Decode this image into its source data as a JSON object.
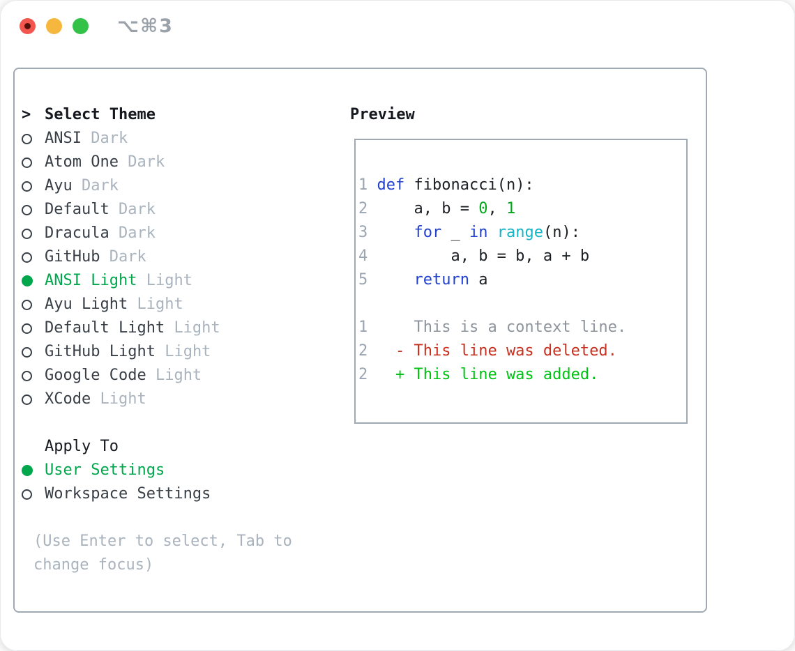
{
  "titlebar": {
    "title": "⌥⌘3"
  },
  "theme_panel": {
    "header": {
      "marker": ">",
      "label": "Select Theme"
    },
    "themes": [
      {
        "name": "ANSI",
        "variant": "Dark",
        "selected": false
      },
      {
        "name": "Atom One",
        "variant": "Dark",
        "selected": false
      },
      {
        "name": "Ayu",
        "variant": "Dark",
        "selected": false
      },
      {
        "name": "Default",
        "variant": "Dark",
        "selected": false
      },
      {
        "name": "Dracula",
        "variant": "Dark",
        "selected": false
      },
      {
        "name": "GitHub",
        "variant": "Dark",
        "selected": false
      },
      {
        "name": "ANSI Light",
        "variant": "Light",
        "selected": true
      },
      {
        "name": "Ayu Light",
        "variant": "Light",
        "selected": false
      },
      {
        "name": "Default Light",
        "variant": "Light",
        "selected": false
      },
      {
        "name": "GitHub Light",
        "variant": "Light",
        "selected": false
      },
      {
        "name": "Google Code",
        "variant": "Light",
        "selected": false
      },
      {
        "name": "XCode",
        "variant": "Light",
        "selected": false
      }
    ],
    "apply_to": {
      "label": "Apply To",
      "options": [
        {
          "name": "User Settings",
          "selected": true
        },
        {
          "name": "Workspace Settings",
          "selected": false
        }
      ]
    },
    "hint": "(Use Enter to select, Tab to change focus)"
  },
  "preview": {
    "label": "Preview",
    "lines": [
      {
        "segments": [
          {
            "text": "1 ",
            "style": "ln"
          },
          {
            "text": "def",
            "style": "kw"
          },
          {
            "text": " fibonacci(n):",
            "style": "code"
          }
        ]
      },
      {
        "segments": [
          {
            "text": "2 ",
            "style": "ln"
          },
          {
            "text": "    a, b = ",
            "style": "code"
          },
          {
            "text": "0",
            "style": "num"
          },
          {
            "text": ", ",
            "style": "code"
          },
          {
            "text": "1",
            "style": "num"
          }
        ]
      },
      {
        "segments": [
          {
            "text": "3 ",
            "style": "ln"
          },
          {
            "text": "    ",
            "style": "code"
          },
          {
            "text": "for",
            "style": "kw"
          },
          {
            "text": " _ ",
            "style": "code"
          },
          {
            "text": "in",
            "style": "kw"
          },
          {
            "text": " ",
            "style": "code"
          },
          {
            "text": "range",
            "style": "cyan"
          },
          {
            "text": "(n):",
            "style": "code"
          }
        ]
      },
      {
        "segments": [
          {
            "text": "4 ",
            "style": "ln"
          },
          {
            "text": "        a, b = b, a + b",
            "style": "code"
          }
        ]
      },
      {
        "segments": [
          {
            "text": "5 ",
            "style": "ln"
          },
          {
            "text": "    ",
            "style": "code"
          },
          {
            "text": "return",
            "style": "kw"
          },
          {
            "text": " a",
            "style": "code"
          }
        ]
      },
      {
        "segments": []
      },
      {
        "segments": [
          {
            "text": "1 ",
            "style": "ln"
          },
          {
            "text": "    This is a context line.",
            "style": "ctx"
          }
        ]
      },
      {
        "segments": [
          {
            "text": "2 ",
            "style": "ln"
          },
          {
            "text": "  ",
            "style": "code"
          },
          {
            "text": "- This line was deleted.",
            "style": "del"
          }
        ]
      },
      {
        "segments": [
          {
            "text": "2 ",
            "style": "ln"
          },
          {
            "text": "  ",
            "style": "code"
          },
          {
            "text": "+ This line was added.",
            "style": "add"
          }
        ]
      }
    ]
  },
  "colors": {
    "accent_green": "#00a64b",
    "added_green": "#00c213",
    "deleted_red": "#c5301f",
    "keyword_blue": "#2040d0",
    "builtin_cyan": "#14b4c8",
    "number_green": "#00a81a",
    "linenum_gray": "#9aa5b1",
    "context_gray": "#8d949c",
    "muted_gray": "#a9b3bd",
    "text_dark": "#373e46",
    "text_strong": "#15181e",
    "code_text": "#1b1f24",
    "border_gray": "#9fa9b3",
    "light_red": "#f2564e",
    "light_red_dot": "#541008",
    "light_yellow": "#f6b73e",
    "light_green": "#33c148",
    "title_gray": "#9aa1a9"
  }
}
